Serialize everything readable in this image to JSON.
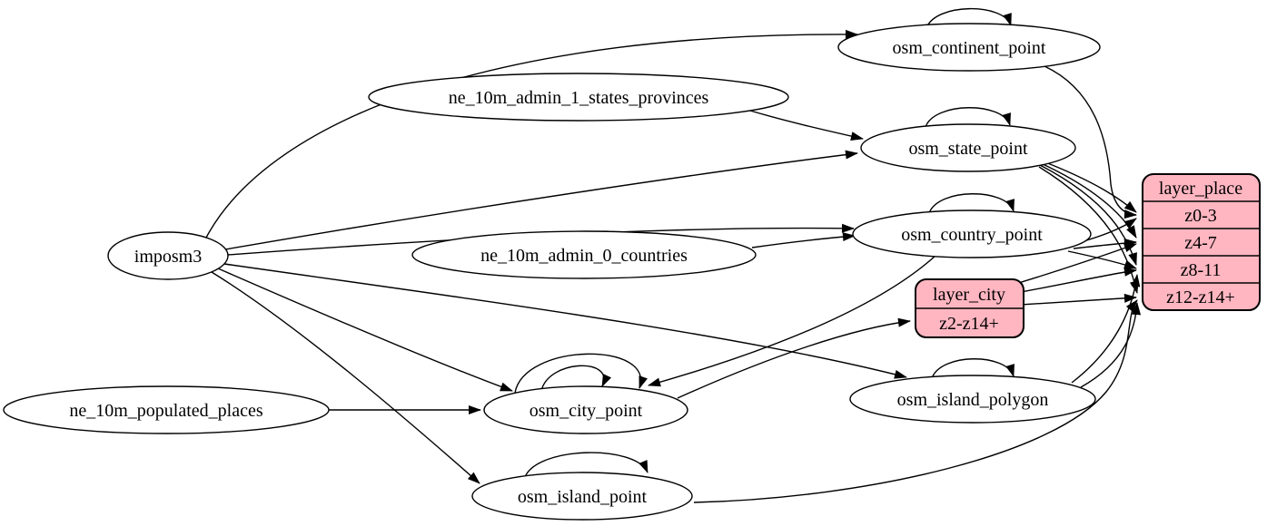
{
  "colors": {
    "record_fill": "#ffb6c1",
    "node_fill": "#ffffff",
    "edge_stroke": "#000000"
  },
  "nodes": {
    "imposm3": {
      "label": "imposm3"
    },
    "ne_10m_admin_1_states_provinces": {
      "label": "ne_10m_admin_1_states_provinces"
    },
    "ne_10m_admin_0_countries": {
      "label": "ne_10m_admin_0_countries"
    },
    "ne_10m_populated_places": {
      "label": "ne_10m_populated_places"
    },
    "osm_continent_point": {
      "label": "osm_continent_point"
    },
    "osm_state_point": {
      "label": "osm_state_point"
    },
    "osm_country_point": {
      "label": "osm_country_point"
    },
    "osm_city_point": {
      "label": "osm_city_point"
    },
    "osm_island_polygon": {
      "label": "osm_island_polygon"
    },
    "osm_island_point": {
      "label": "osm_island_point"
    },
    "layer_city": {
      "title": "layer_city",
      "rows": [
        "z2-z14+"
      ]
    },
    "layer_place": {
      "title": "layer_place",
      "rows": [
        "z0-3",
        "z4-7",
        "z8-11",
        "z12-z14+"
      ]
    }
  },
  "edges": [
    {
      "from": "imposm3",
      "to": "osm_continent_point"
    },
    {
      "from": "imposm3",
      "to": "osm_state_point"
    },
    {
      "from": "imposm3",
      "to": "osm_country_point"
    },
    {
      "from": "imposm3",
      "to": "osm_city_point"
    },
    {
      "from": "imposm3",
      "to": "osm_island_polygon"
    },
    {
      "from": "imposm3",
      "to": "osm_island_point"
    },
    {
      "from": "ne_10m_admin_1_states_provinces",
      "to": "osm_state_point"
    },
    {
      "from": "ne_10m_admin_0_countries",
      "to": "osm_country_point"
    },
    {
      "from": "ne_10m_populated_places",
      "to": "osm_city_point"
    },
    {
      "from": "osm_country_point",
      "to": "osm_city_point"
    },
    {
      "from": "osm_city_point",
      "to": "layer_city:z2-z14+"
    },
    {
      "from": "osm_continent_point",
      "to": "layer_place:z0-3"
    },
    {
      "from": "osm_state_point",
      "to": "layer_place:z0-3"
    },
    {
      "from": "osm_state_point",
      "to": "layer_place:z4-7"
    },
    {
      "from": "osm_state_point",
      "to": "layer_place:z8-11"
    },
    {
      "from": "osm_state_point",
      "to": "layer_place:z12-z14+"
    },
    {
      "from": "osm_country_point",
      "to": "layer_place:z0-3"
    },
    {
      "from": "osm_country_point",
      "to": "layer_place:z4-7"
    },
    {
      "from": "osm_country_point",
      "to": "layer_place:z8-11"
    },
    {
      "from": "layer_city",
      "to": "layer_place:z4-7"
    },
    {
      "from": "layer_city",
      "to": "layer_place:z8-11"
    },
    {
      "from": "layer_city",
      "to": "layer_place:z12-z14+"
    },
    {
      "from": "osm_island_polygon",
      "to": "layer_place:z8-11"
    },
    {
      "from": "osm_island_polygon",
      "to": "layer_place:z12-z14+"
    },
    {
      "from": "osm_island_point",
      "to": "layer_place:z12-z14+"
    }
  ],
  "self_loops": [
    "osm_continent_point",
    "osm_state_point",
    "osm_country_point",
    "osm_city_point",
    "osm_city_point",
    "osm_island_polygon",
    "osm_island_point"
  ]
}
